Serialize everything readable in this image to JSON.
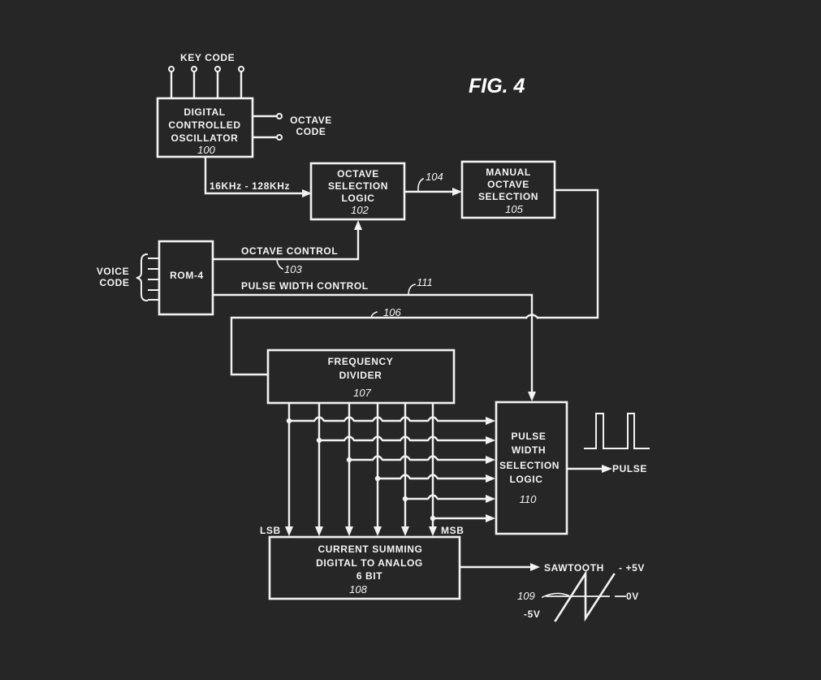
{
  "figure": {
    "title": "FIG. 4"
  },
  "inputs": {
    "key_code": "KEY CODE",
    "octave_code": [
      "OCTAVE",
      "CODE"
    ],
    "voice_code": [
      "VOICE",
      "CODE"
    ]
  },
  "blocks": {
    "oscillator": {
      "lines": [
        "DIGITAL",
        "CONTROLLED",
        "OSCILLATOR"
      ],
      "ref": "100"
    },
    "octave_selection_logic": {
      "lines": [
        "OCTAVE",
        "SELECTION",
        "LOGIC"
      ],
      "ref": "102"
    },
    "manual_octave_selection": {
      "lines": [
        "MANUAL",
        "OCTAVE",
        "SELECTION"
      ],
      "ref": "105"
    },
    "rom": {
      "lines": [
        "ROM-4"
      ]
    },
    "frequency_divider": {
      "lines": [
        "FREQUENCY",
        "DIVIDER"
      ],
      "ref": "107"
    },
    "pulse_width_selection_logic": {
      "lines": [
        "PULSE",
        "WIDTH",
        "SELECTION",
        "LOGIC"
      ],
      "ref": "110"
    },
    "dac": {
      "lines": [
        "CURRENT SUMMING",
        "DIGITAL TO ANALOG",
        "6 BIT"
      ],
      "ref": "108"
    }
  },
  "signals": {
    "frequency_range": "16KHz - 128KHz",
    "line_104": "104",
    "octave_control": "OCTAVE  CONTROL",
    "line_103": "103",
    "pulse_width_control": "PULSE WIDTH CONTROL",
    "line_111": "111",
    "line_106": "106",
    "lsb": "LSB",
    "msb": "MSB",
    "pulse_out": "PULSE",
    "sawtooth_out": "SAWTOOTH",
    "sawtooth_ref": "109",
    "v_plus": "- +5V",
    "v_zero": "0V",
    "v_minus": "-5V"
  }
}
